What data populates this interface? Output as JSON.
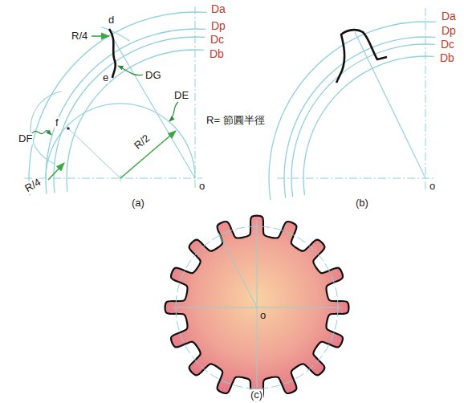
{
  "diagram": {
    "labels": [
      "Da",
      "Dp",
      "Dc",
      "Db",
      "d",
      "R/4",
      "e",
      "DG",
      "DE",
      "R= 節圓半徑",
      "DF",
      "f",
      "R/2",
      "R/4",
      "o",
      "(a)",
      "Da",
      "Dp",
      "Dc",
      "Db",
      "o",
      "(b)",
      "o",
      "(c)"
    ]
  }
}
